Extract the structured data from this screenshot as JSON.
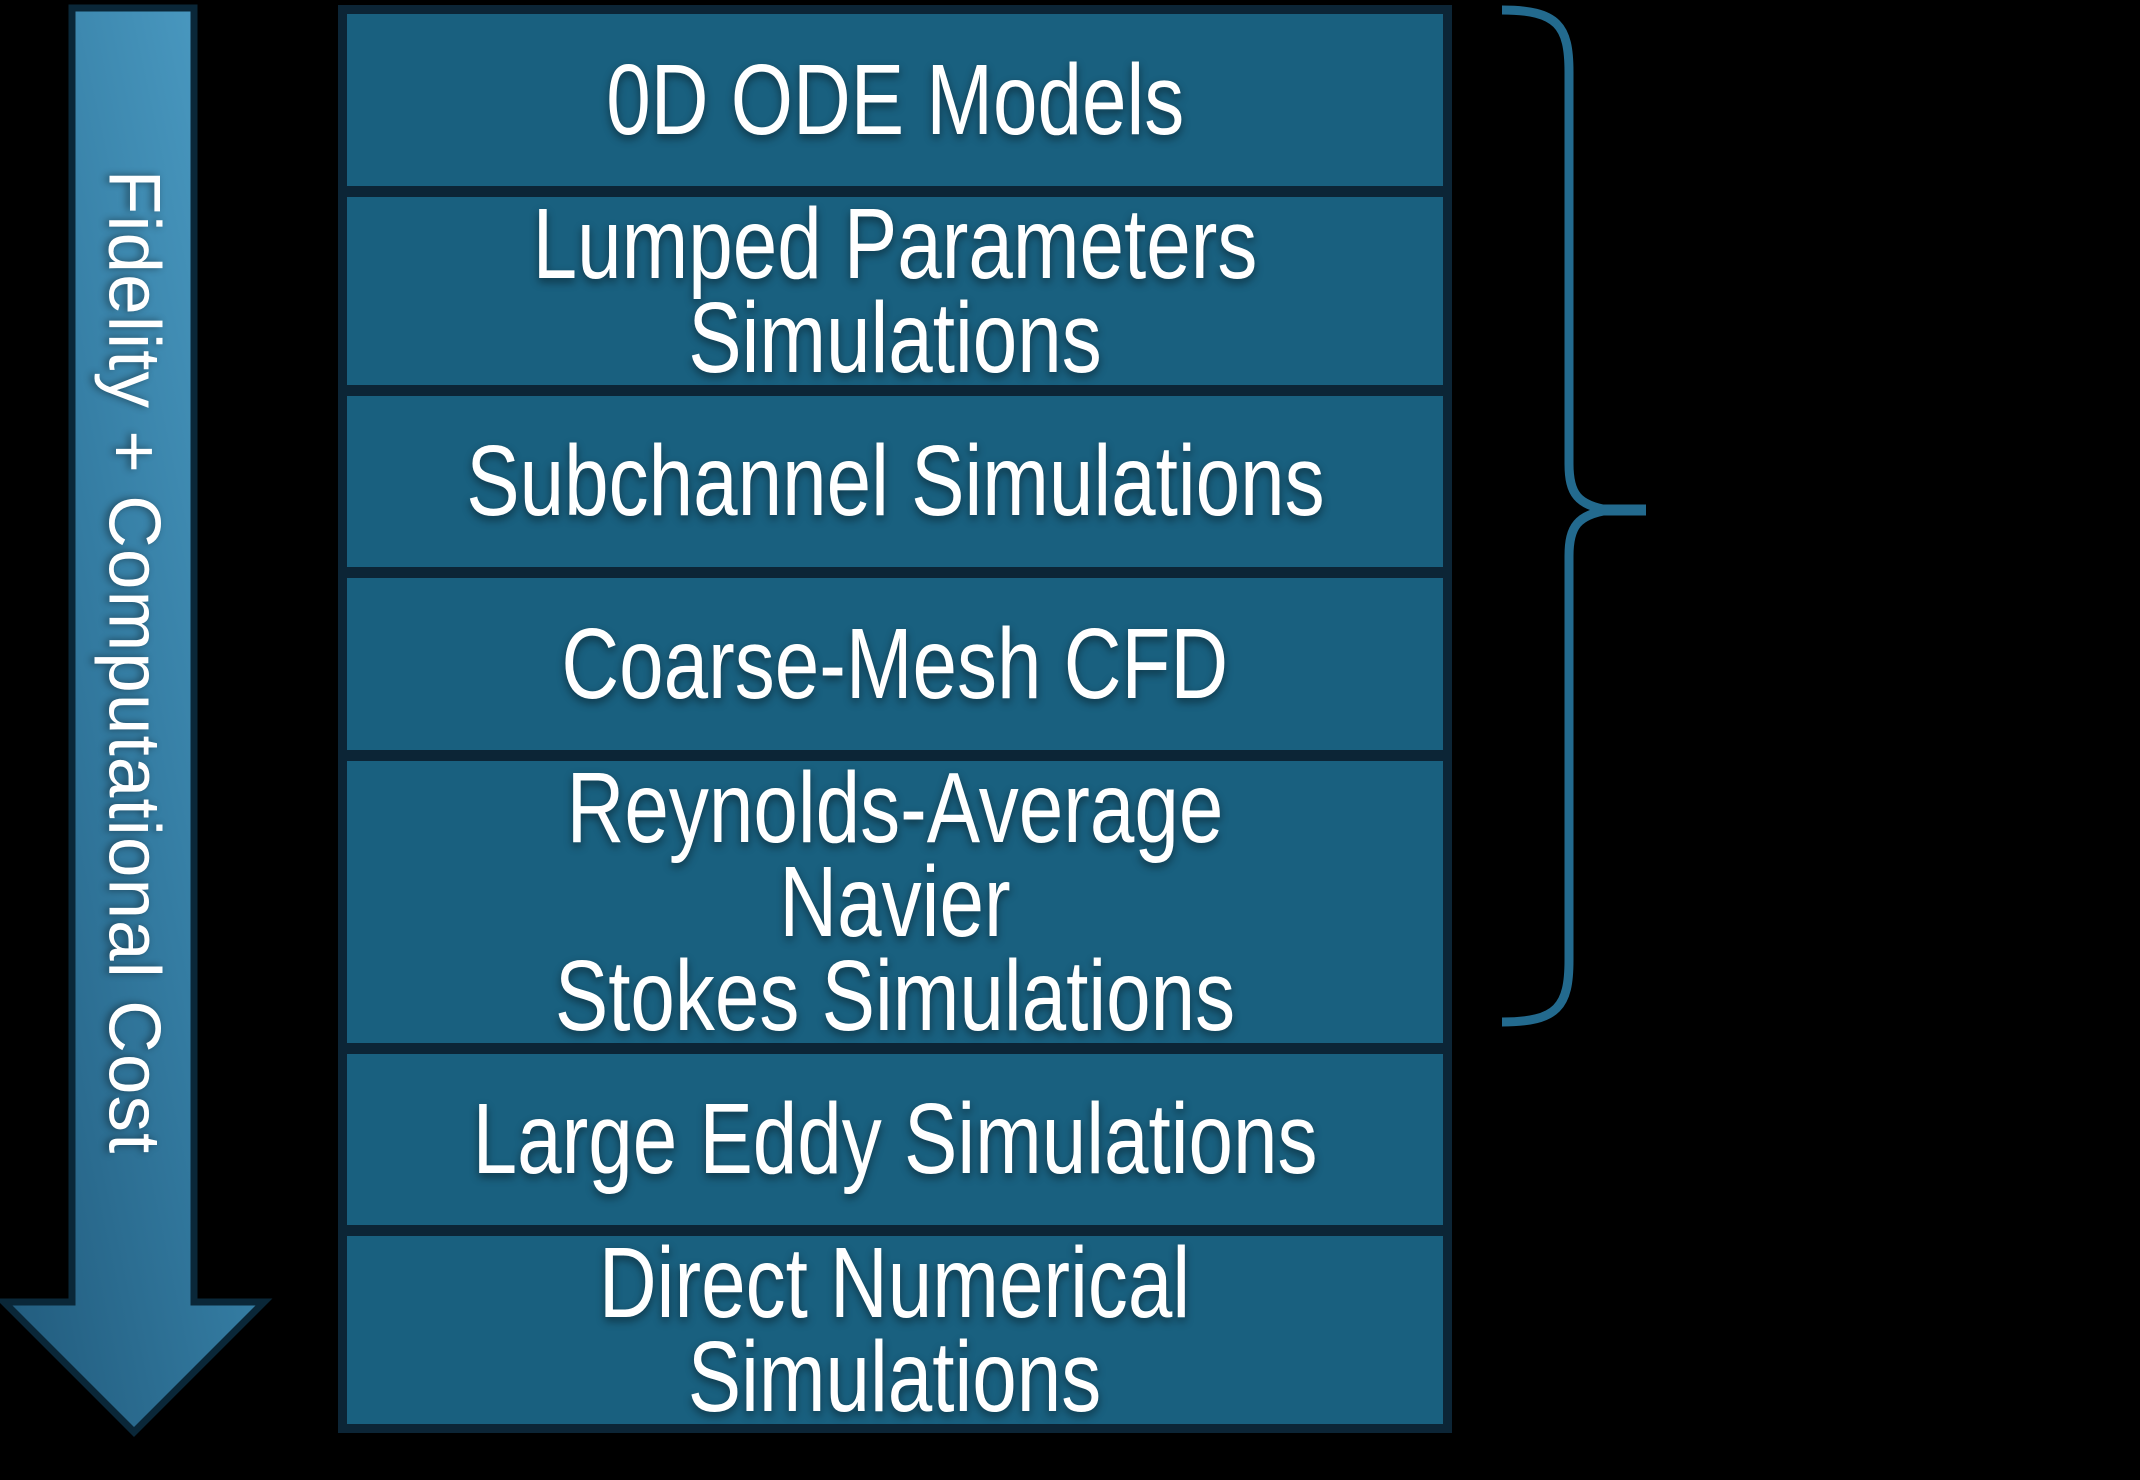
{
  "arrow": {
    "label": "Fidelity + Computational Cost"
  },
  "stack": {
    "rows": [
      {
        "label": "0D ODE Models"
      },
      {
        "label": "Lumped Parameters\nSimulations"
      },
      {
        "label": "Subchannel Simulations"
      },
      {
        "label": "Coarse-Mesh CFD"
      },
      {
        "label": "Reynolds-Average Navier\nStokes Simulations"
      },
      {
        "label": "Large Eddy Simulations"
      },
      {
        "label": "Direct Numerical\nSimulations"
      }
    ]
  },
  "colors": {
    "bg": "#000000",
    "box_fill": "#19607F",
    "box_border": "#0C2536",
    "box_text": "#FFFFFF",
    "arrow_grad_light": "#4FA0C8",
    "arrow_grad_mid": "#347CA2",
    "arrow_grad_dark": "#235E80",
    "arrow_outline": "#0A2738",
    "arrow_text": "#FFFFFF",
    "brace": "#236A8E"
  }
}
